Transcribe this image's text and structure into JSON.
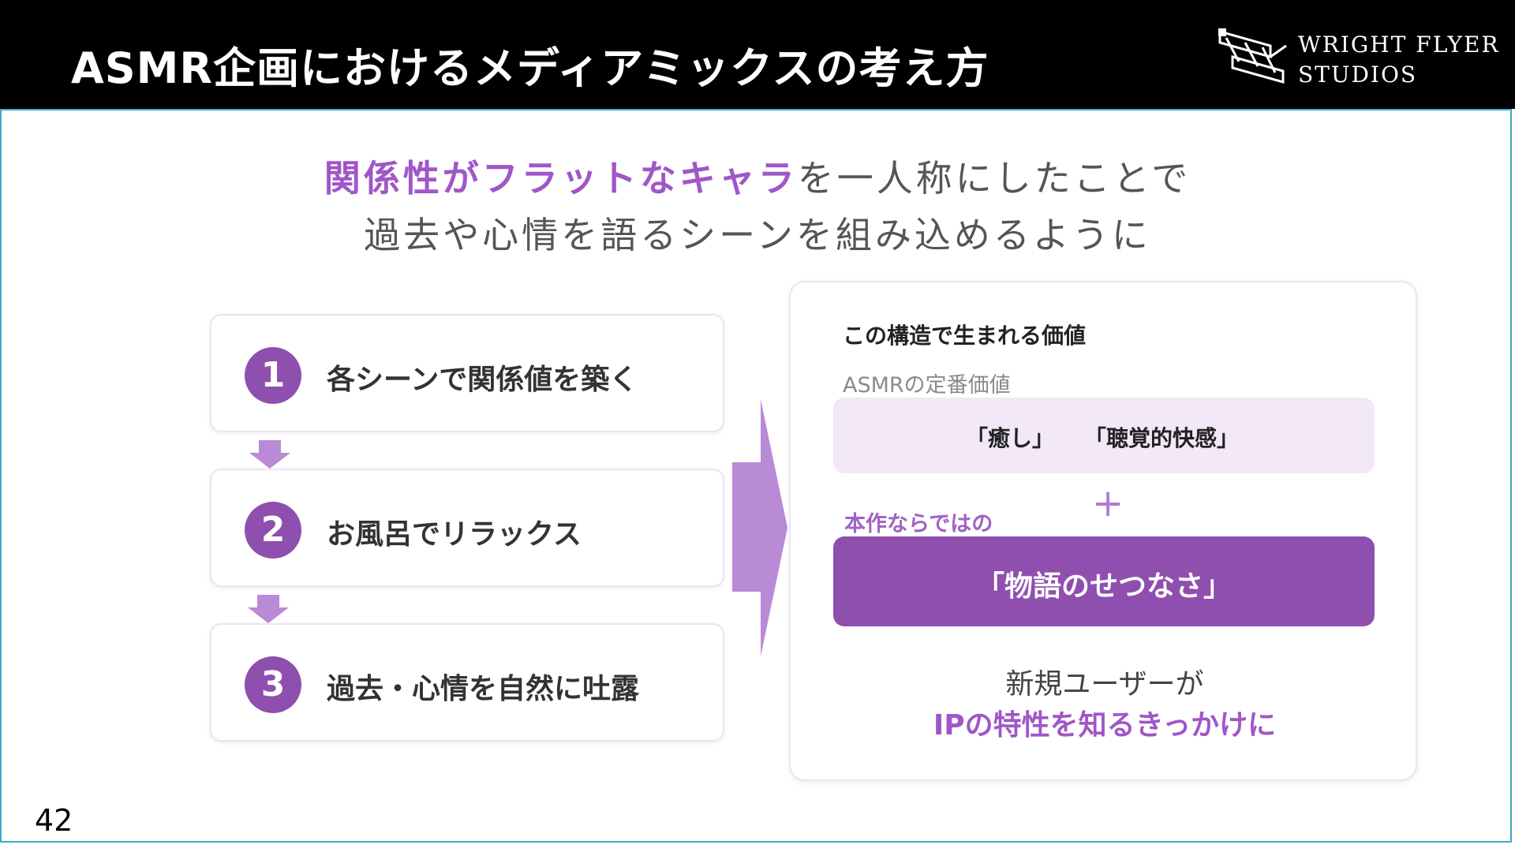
{
  "header": {
    "title": "ASMR企画におけるメディアミックスの考え方",
    "logo": {
      "line1": "WRIGHT FLYER",
      "line2": "STUDIOS"
    }
  },
  "headline": {
    "line1_accent": "関係性がフラットなキャラ",
    "line1_rest": "を一人称にしたことで",
    "line2": "過去や心情を語るシーンを組み込めるように"
  },
  "steps": [
    {
      "number": "1",
      "label": "各シーンで関係値を築く"
    },
    {
      "number": "2",
      "label": "お風呂でリラックス"
    },
    {
      "number": "3",
      "label": "過去・心情を自然に吐露"
    }
  ],
  "value_panel": {
    "title": "この構造で生まれる価値",
    "standard_label": "ASMRの定番価値",
    "standard_items": [
      "「癒し」",
      "「聴覚的快感」"
    ],
    "plus": "+",
    "unique_label": "本作ならではの",
    "unique_value": "「物語のせつなさ」",
    "result_line1": "新規ユーザーが",
    "result_line2": "IPの特性を知るきっかけに"
  },
  "page_number": "42",
  "colors": {
    "header_bg": "#000000",
    "accent_purple": "#8e4fae",
    "light_purple": "#f2e8f7",
    "arrow_purple": "#b98ad6",
    "frame_border": "#3aa9c8"
  }
}
